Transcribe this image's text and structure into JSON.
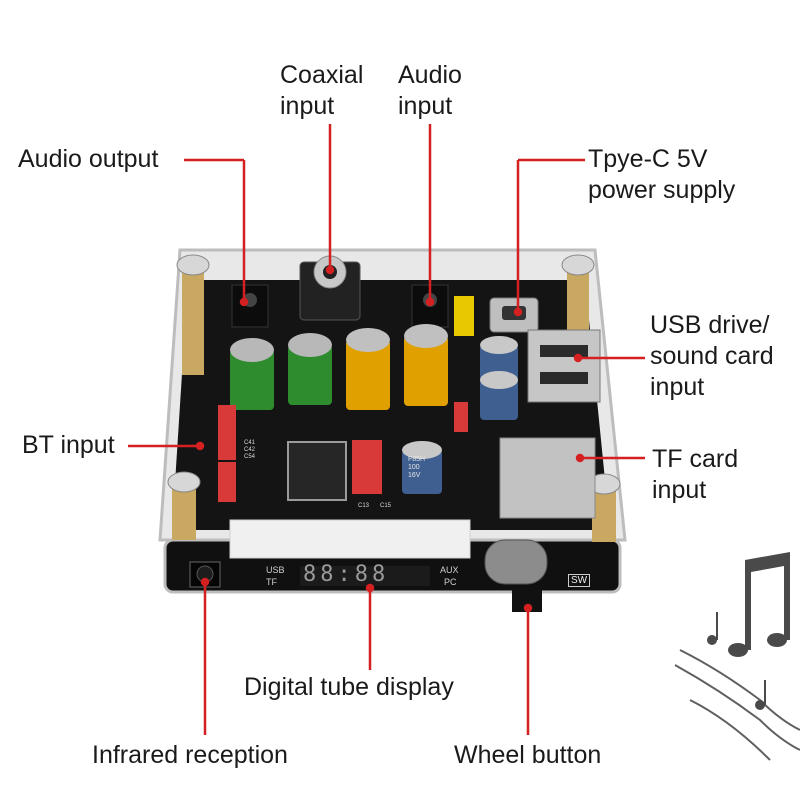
{
  "labels": {
    "coaxial_input": "Coaxial\ninput",
    "audio_input": "Audio\ninput",
    "audio_output": "Audio output",
    "type_c_power": "Tpye-C 5V\npower supply",
    "usb_input": "USB drive/\nsound card\ninput",
    "bt_input": "BT input",
    "tf_card_input": "TF card\ninput",
    "digital_tube_display": "Digital tube display",
    "infrared_reception": "Infrared reception",
    "wheel_button": "Wheel button"
  },
  "board": {
    "display_digits": "88:88",
    "display_usb": "USB",
    "display_tf": "TF",
    "display_aux": "AUX",
    "display_pc": "PC",
    "sw_label": "SW",
    "cap_label": "F85H\n100\n16V",
    "ic_label": "C41\nC42\nC54",
    "silk_c13": "C13",
    "silk_c15": "C15"
  },
  "colors": {
    "leader_line": "#d42020",
    "pcb": "#111111",
    "acrylic": "#dcdcdc"
  },
  "icons": [
    "music-notes-icon"
  ]
}
